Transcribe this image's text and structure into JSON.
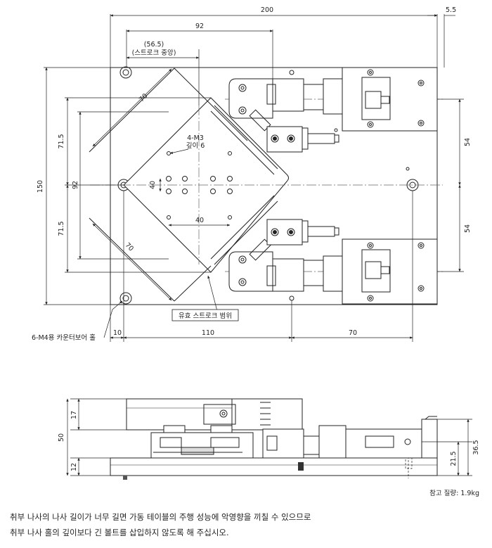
{
  "top_view": {
    "dims": {
      "overall_width": "200",
      "right_offset": "5.5",
      "dim_92_top": "92",
      "stroke_center": "(56.5)",
      "stroke_center_label": "(스트로크 중앙)",
      "height_150": "150",
      "height_92": "92",
      "dim_71_5_top": "71.5",
      "dim_71_5_bottom": "71.5",
      "dim_54_top": "54",
      "dim_54_bottom": "54",
      "diag_70_top": "70",
      "diag_70_bottom": "70",
      "hole_40_v": "40",
      "hole_40_h": "40",
      "bottom_10": "10",
      "bottom_110": "110",
      "bottom_70": "70"
    },
    "tap_label_1": "4-M3",
    "tap_label_2": "깊이 6",
    "stroke_range_label": "유효 스트로크 범위",
    "counterbore_label": "6-M4용 카운터보어 홀"
  },
  "side_view": {
    "dims": {
      "left_17": "17",
      "left_50": "50",
      "left_12": "12",
      "right_36_5": "36.5",
      "right_21_5": "21.5"
    }
  },
  "weight_note": "참고 질량: 1.9kg",
  "notes": [
    "취부 나사의 나사 길이가 너무 길면 가동 테이블의 주행 성능에 악영향을 끼칠 수 있으므로",
    "취부 나사 홀의 깊이보다 긴 볼트를 삽입하지 않도록 해 주십시오."
  ]
}
